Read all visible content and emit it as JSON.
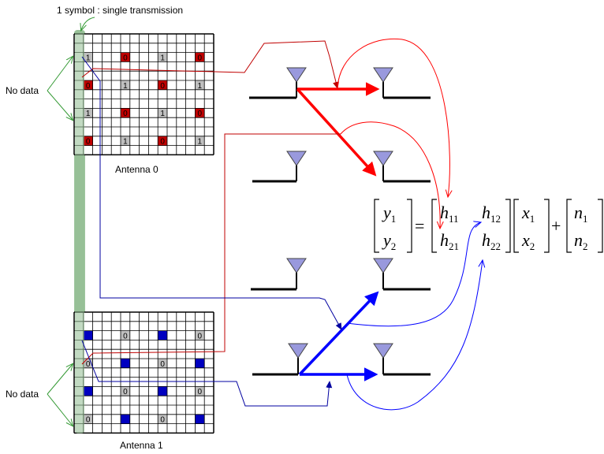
{
  "header": {
    "symbol_caption": "1 symbol : single transmission"
  },
  "labels": {
    "no_data_top": "No data",
    "no_data_bottom": "No data",
    "antenna0": "Antenna 0",
    "antenna1": "Antenna 1"
  },
  "grid_top": {
    "cells": [
      {
        "row": 2,
        "col": 1,
        "text": "1",
        "color": "gray"
      },
      {
        "row": 2,
        "col": 5,
        "text": "0",
        "color": "red"
      },
      {
        "row": 2,
        "col": 9,
        "text": "1",
        "color": "gray"
      },
      {
        "row": 2,
        "col": 13,
        "text": "0",
        "color": "red"
      },
      {
        "row": 5,
        "col": 1,
        "text": "0",
        "color": "red"
      },
      {
        "row": 5,
        "col": 5,
        "text": "1",
        "color": "gray"
      },
      {
        "row": 5,
        "col": 9,
        "text": "0",
        "color": "red"
      },
      {
        "row": 5,
        "col": 13,
        "text": "1",
        "color": "gray"
      },
      {
        "row": 8,
        "col": 1,
        "text": "1",
        "color": "gray"
      },
      {
        "row": 8,
        "col": 5,
        "text": "0",
        "color": "red"
      },
      {
        "row": 8,
        "col": 9,
        "text": "1",
        "color": "gray"
      },
      {
        "row": 8,
        "col": 13,
        "text": "0",
        "color": "red"
      },
      {
        "row": 11,
        "col": 1,
        "text": "0",
        "color": "red"
      },
      {
        "row": 11,
        "col": 5,
        "text": "1",
        "color": "gray"
      },
      {
        "row": 11,
        "col": 9,
        "text": "0",
        "color": "red"
      },
      {
        "row": 11,
        "col": 13,
        "text": "1",
        "color": "gray"
      }
    ]
  },
  "grid_bottom": {
    "cells": [
      {
        "row": 2,
        "col": 1,
        "text": "",
        "color": "blue"
      },
      {
        "row": 2,
        "col": 5,
        "text": "0",
        "color": "gray"
      },
      {
        "row": 2,
        "col": 9,
        "text": "",
        "color": "blue"
      },
      {
        "row": 2,
        "col": 13,
        "text": "0",
        "color": "gray"
      },
      {
        "row": 5,
        "col": 1,
        "text": "0",
        "color": "gray"
      },
      {
        "row": 5,
        "col": 5,
        "text": "",
        "color": "blue"
      },
      {
        "row": 5,
        "col": 9,
        "text": "0",
        "color": "gray"
      },
      {
        "row": 5,
        "col": 13,
        "text": "",
        "color": "blue"
      },
      {
        "row": 8,
        "col": 1,
        "text": "",
        "color": "blue"
      },
      {
        "row": 8,
        "col": 5,
        "text": "0",
        "color": "gray"
      },
      {
        "row": 8,
        "col": 9,
        "text": "",
        "color": "blue"
      },
      {
        "row": 8,
        "col": 13,
        "text": "0",
        "color": "gray"
      },
      {
        "row": 11,
        "col": 1,
        "text": "0",
        "color": "gray"
      },
      {
        "row": 11,
        "col": 5,
        "text": "",
        "color": "blue"
      },
      {
        "row": 11,
        "col": 9,
        "text": "0",
        "color": "gray"
      },
      {
        "row": 11,
        "col": 13,
        "text": "",
        "color": "blue"
      }
    ]
  },
  "colors": {
    "red": "#c00000",
    "blue": "#0000c0",
    "gray": "#bfbfbf",
    "green_bar": "#8fbc8f",
    "green_arrow": "#339933",
    "antenna_fill": "#9999dd",
    "arrow_red": "#ff0000",
    "arrow_blue": "#0000ff"
  },
  "equation": {
    "y": "y",
    "h": "h",
    "x": "x",
    "n": "n",
    "equals": "=",
    "plus": "+",
    "y_subs": [
      "1",
      "2"
    ],
    "h_subs": [
      "11",
      "12",
      "21",
      "22"
    ],
    "x_subs": [
      "1",
      "2"
    ],
    "n_subs": [
      "1",
      "2"
    ]
  }
}
